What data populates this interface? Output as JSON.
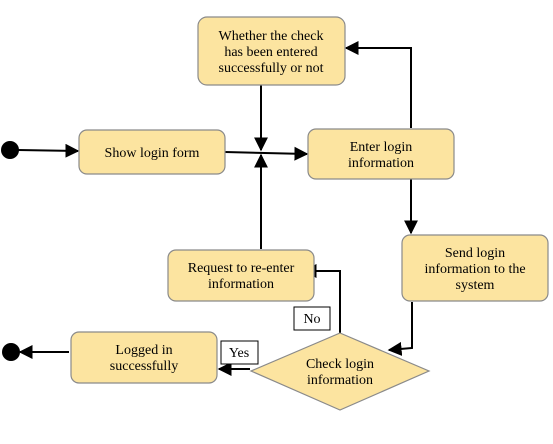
{
  "colors": {
    "node_fill": "#FCE4A0",
    "node_stroke": "#8A8A8A",
    "line": "#000000",
    "label_fill": "#FFFFFF"
  },
  "nodes": {
    "check_entered": {
      "lines": [
        "Whether the check",
        "has been entered",
        "successfully or not"
      ]
    },
    "show_login": {
      "lines": [
        "Show login form"
      ]
    },
    "enter_login": {
      "lines": [
        "Enter login",
        "information"
      ]
    },
    "request_reenter": {
      "lines": [
        "Request to re-enter",
        "information"
      ]
    },
    "send_login": {
      "lines": [
        "Send login",
        "information to the",
        "system"
      ]
    },
    "logged_in": {
      "lines": [
        "Logged in",
        "successfully"
      ]
    },
    "check_login": {
      "lines": [
        "Check login",
        "information"
      ]
    }
  },
  "labels": {
    "no": "No",
    "yes": "Yes"
  }
}
